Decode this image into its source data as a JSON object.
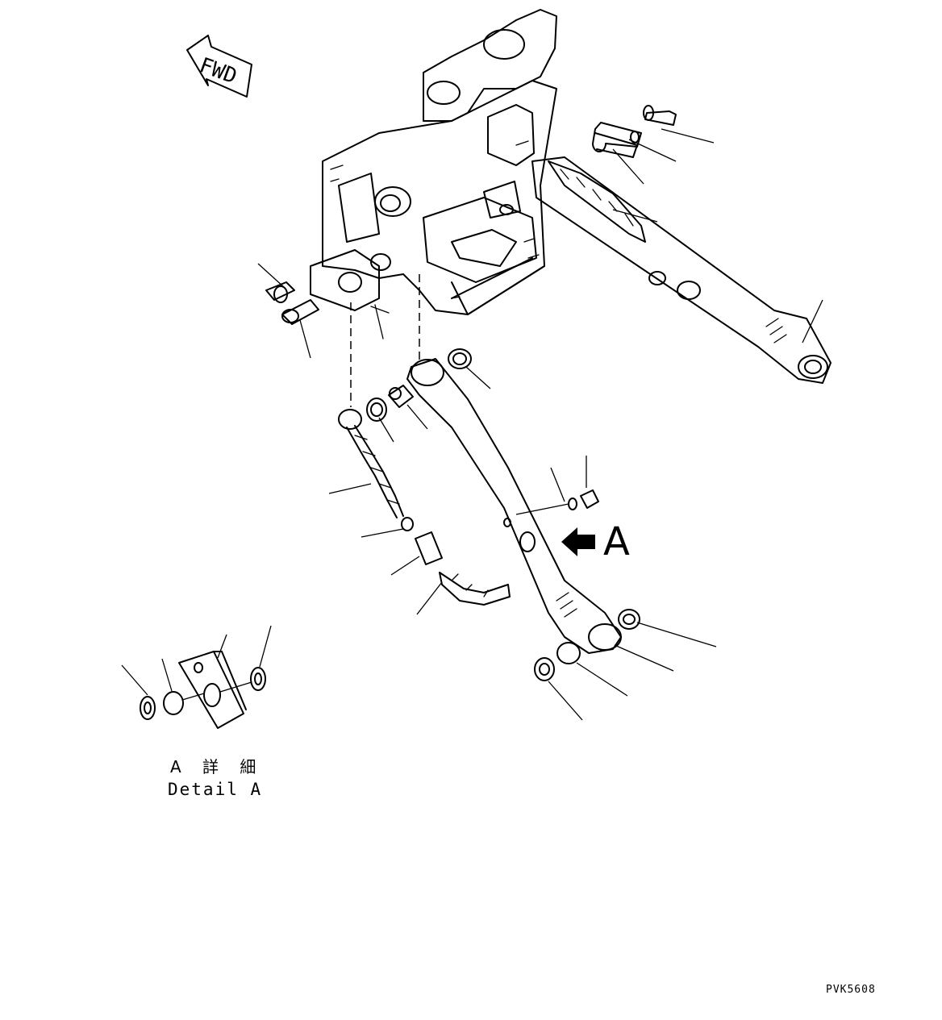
{
  "drawing": {
    "direction_label": "FWD",
    "view_marker_letter": "A",
    "detail_caption_jp": "A 詳 細",
    "detail_caption_en": "Detail A",
    "drawing_code": "PVK5608"
  },
  "colors": {
    "line": "#000000",
    "background": "#ffffff"
  }
}
